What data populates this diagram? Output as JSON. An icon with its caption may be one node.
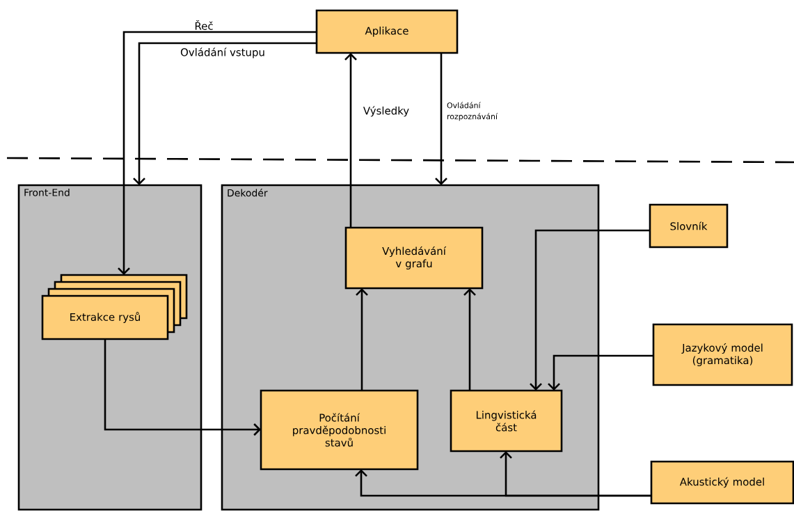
{
  "diagram": {
    "nodes": [
      {
        "text": [
          "Aplikace"
        ]
      },
      {
        "text": [
          "Front-End"
        ]
      },
      {
        "text": [
          "Dekodér"
        ]
      },
      {
        "text": [
          "Extrakce rysů"
        ],
        "in": 1
      },
      {
        "text": [
          "Vyhledávání v grafu"
        ],
        "in": 2
      },
      {
        "text": [
          "Počítání pravděpodobnosti stavů"
        ],
        "in": 2
      },
      {
        "text": [
          "Lingvistická část"
        ],
        "in": 2
      },
      {
        "text": [
          "Slovník"
        ]
      },
      {
        "text": [
          "Jazykový model (gramatika)"
        ]
      },
      {
        "text": [
          "Akustický model"
        ]
      }
    ],
    "edges": [
      {
        "from": 0,
        "to": 3,
        "arrow": "to",
        "label": "Řeč"
      },
      {
        "from": 0,
        "to": 1,
        "arrow": "to",
        "label": "Ovládání vstupu"
      },
      {
        "from": 4,
        "to": 0,
        "arrow": "to",
        "label": "Výsledky"
      },
      {
        "from": 0,
        "to": 2,
        "arrow": "to",
        "label": "Ovládání rozpoznávání"
      },
      {
        "from": 3,
        "to": 5,
        "arrow": "to"
      },
      {
        "from": 5,
        "to": 4,
        "arrow": "to"
      },
      {
        "from": 6,
        "to": 4,
        "arrow": "to"
      },
      {
        "from": 7,
        "to": 6,
        "arrow": "to"
      },
      {
        "from": 8,
        "to": 6,
        "arrow": "to"
      },
      {
        "from": 9,
        "to": 5,
        "arrow": "to"
      },
      {
        "from": 9,
        "to": 6,
        "arrow": "to"
      }
    ]
  }
}
